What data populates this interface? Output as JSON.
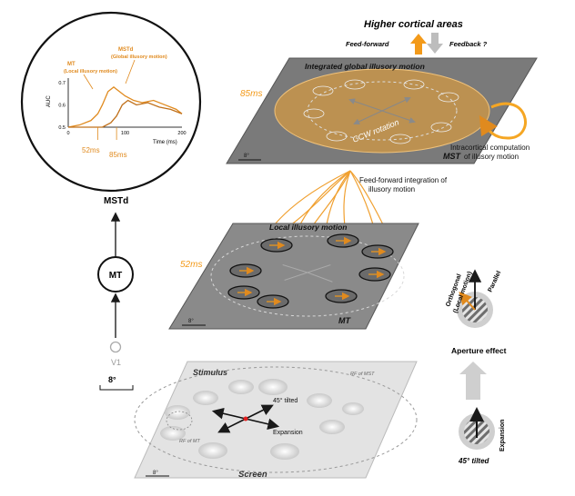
{
  "inset": {
    "legend_mt_line1": "MT",
    "legend_mt_line2": "(Local illusory motion)",
    "legend_mstd_line1": "MSTd",
    "legend_mstd_line2": "(Global illusory motion)",
    "ylabel": "AUC",
    "xlabel": "Time (ms)",
    "yticks": [
      "0.5",
      "0.6",
      "0.7"
    ],
    "xticks": [
      "0",
      "100",
      "200"
    ],
    "latency_mt": "52ms",
    "latency_mstd": "85ms"
  },
  "hierarchy": {
    "top_label": "MSTd",
    "mid_label": "MT",
    "bottom_label": "V1",
    "scale_label": "8°"
  },
  "top": {
    "heading": "Higher cortical areas",
    "feedforward": "Feed-forward",
    "feedback": "Feedback ?"
  },
  "mst_plane": {
    "title": "Integrated global illusory motion",
    "latency": "85ms",
    "rotation_label": "CCW rotation",
    "area_label": "MST",
    "scale": "8°",
    "intracortical_line1": "Intracortical computation",
    "intracortical_line2": "of illusory motion"
  },
  "ff_label_line1": "Feed-forward integration of",
  "ff_label_line2": "illusory motion",
  "mt_plane": {
    "title": "Local illusory motion",
    "latency": "52ms",
    "area_label": "MT",
    "scale": "8°"
  },
  "stimulus_plane": {
    "title": "Stimulus",
    "bottom_label": "Screen",
    "rf_mst": "RF of MST",
    "rf_mt": "RF of MT",
    "tilted": "45° tilted",
    "expansion": "Expansion",
    "scale": "8°"
  },
  "aperture": {
    "orthogonal_line1": "Orthogonal",
    "orthogonal_line2": "(Local motion)",
    "parallel": "Parallel",
    "title": "Aperture effect",
    "expansion": "Expansion",
    "tilted": "45° tilted"
  },
  "chart_data": {
    "type": "line",
    "xlabel": "Time (ms)",
    "ylabel": "AUC",
    "xlim": [
      0,
      200
    ],
    "ylim": [
      0.5,
      0.72
    ],
    "series": [
      {
        "name": "MT",
        "x": [
          0,
          20,
          40,
          52,
          60,
          70,
          80,
          90,
          100,
          115,
          130,
          150,
          170,
          190,
          200
        ],
        "y": [
          0.5,
          0.51,
          0.53,
          0.56,
          0.6,
          0.66,
          0.68,
          0.66,
          0.64,
          0.62,
          0.61,
          0.62,
          0.6,
          0.58,
          0.56
        ]
      },
      {
        "name": "MSTd",
        "x": [
          0,
          20,
          40,
          60,
          75,
          85,
          95,
          105,
          120,
          140,
          160,
          180,
          200
        ],
        "y": [
          0.5,
          0.5,
          0.5,
          0.5,
          0.52,
          0.55,
          0.6,
          0.62,
          0.6,
          0.61,
          0.59,
          0.58,
          0.56
        ]
      }
    ],
    "markers": [
      {
        "label": "52ms",
        "x": 52
      },
      {
        "label": "85ms",
        "x": 85
      }
    ]
  }
}
